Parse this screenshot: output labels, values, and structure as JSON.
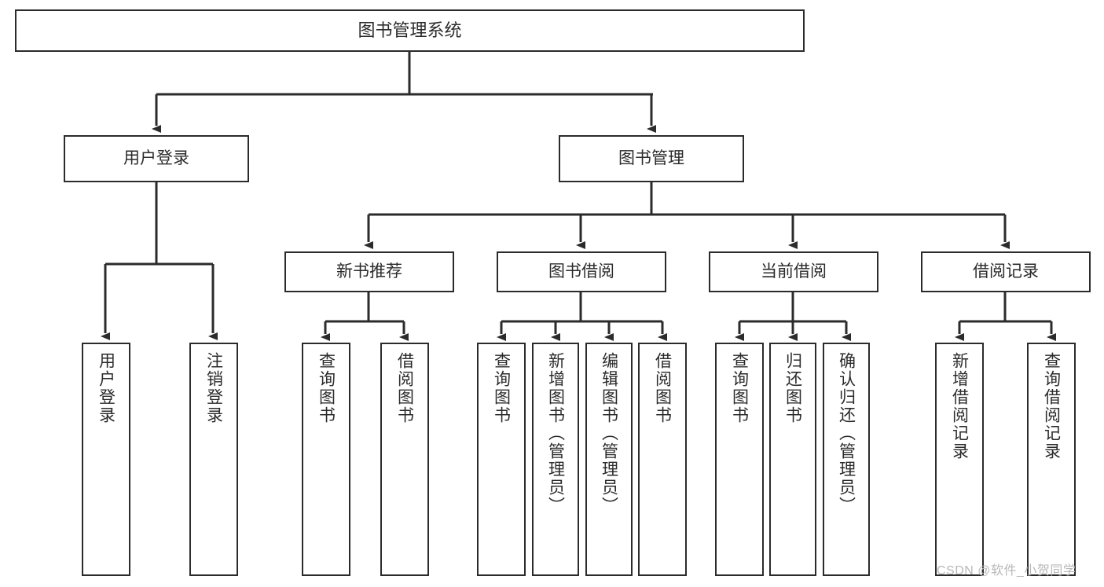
{
  "diagram": {
    "title": "图书管理系统",
    "type": "tree",
    "root": {
      "id": "root",
      "label": "图书管理系统"
    },
    "level2": [
      {
        "id": "login",
        "label": "用户登录"
      },
      {
        "id": "books",
        "label": "图书管理"
      }
    ],
    "level3": [
      {
        "id": "newbook",
        "label": "新书推荐",
        "parent": "books"
      },
      {
        "id": "borrow",
        "label": "图书借阅",
        "parent": "books"
      },
      {
        "id": "current",
        "label": "当前借阅",
        "parent": "books"
      },
      {
        "id": "record",
        "label": "借阅记录",
        "parent": "books"
      }
    ],
    "leaves": [
      {
        "id": "leaf-login-1",
        "label": "用户登录",
        "parent": "login"
      },
      {
        "id": "leaf-login-2",
        "label": "注销登录",
        "parent": "login"
      },
      {
        "id": "leaf-newbook-1",
        "label": "查询图书",
        "parent": "newbook"
      },
      {
        "id": "leaf-newbook-2",
        "label": "借阅图书",
        "parent": "newbook"
      },
      {
        "id": "leaf-borrow-1",
        "label": "查询图书",
        "parent": "borrow"
      },
      {
        "id": "leaf-borrow-2",
        "label": "新增图书（管理员）",
        "parent": "borrow"
      },
      {
        "id": "leaf-borrow-3",
        "label": "编辑图书（管理员）",
        "parent": "borrow"
      },
      {
        "id": "leaf-borrow-4",
        "label": "借阅图书",
        "parent": "borrow"
      },
      {
        "id": "leaf-current-1",
        "label": "查询图书",
        "parent": "current"
      },
      {
        "id": "leaf-current-2",
        "label": "归还图书",
        "parent": "current"
      },
      {
        "id": "leaf-current-3",
        "label": "确认归还（管理员）",
        "parent": "current"
      },
      {
        "id": "leaf-record-1",
        "label": "新增借阅记录",
        "parent": "record"
      },
      {
        "id": "leaf-record-2",
        "label": "查询借阅记录",
        "parent": "record"
      }
    ],
    "colors": {
      "stroke": "#2b2b2b",
      "fill": "#ffffff",
      "background": "#ffffff",
      "watermark": "#b8b8b8"
    }
  },
  "watermark": {
    "text": "CSDN @软件_小贺同学"
  }
}
